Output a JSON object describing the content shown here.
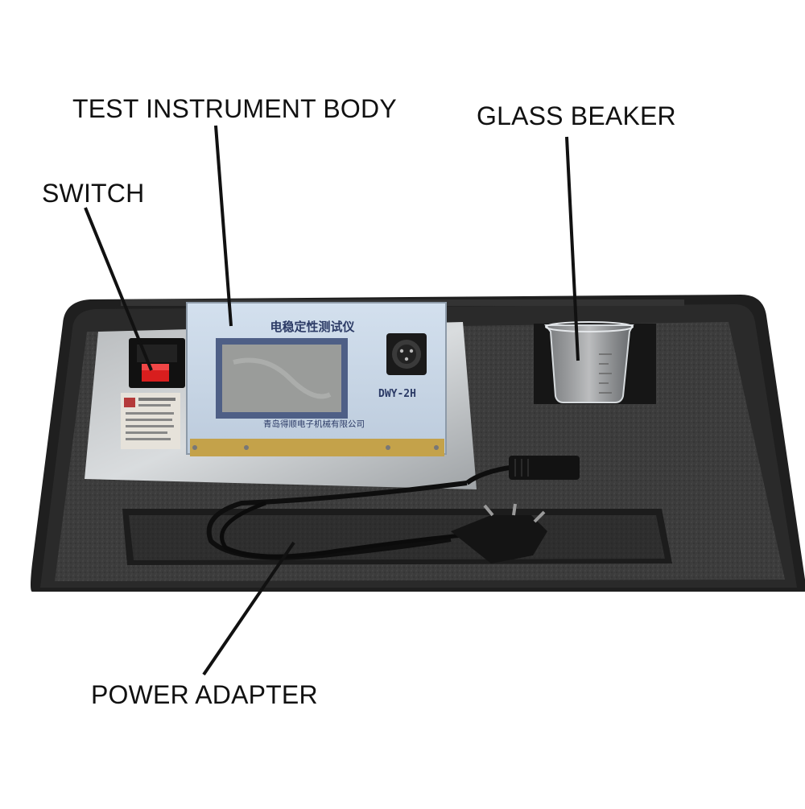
{
  "labels": {
    "instrument_body": "TEST INSTRUMENT BODY",
    "glass_beaker": "GLASS BEAKER",
    "switch": "SWITCH",
    "power_adapter": "POWER ADAPTER"
  },
  "instrument": {
    "title": "电稳定性测试仪",
    "model": "DWY-2H",
    "manufacturer": "青岛得顺电子机械有限公司"
  },
  "colors": {
    "case": "#262626",
    "foam": "#3a3a3a",
    "panel": "#c9d7e6",
    "screen": "#9a9c9a",
    "switch_red": "#d81e1e",
    "callout_line": "#111111"
  }
}
